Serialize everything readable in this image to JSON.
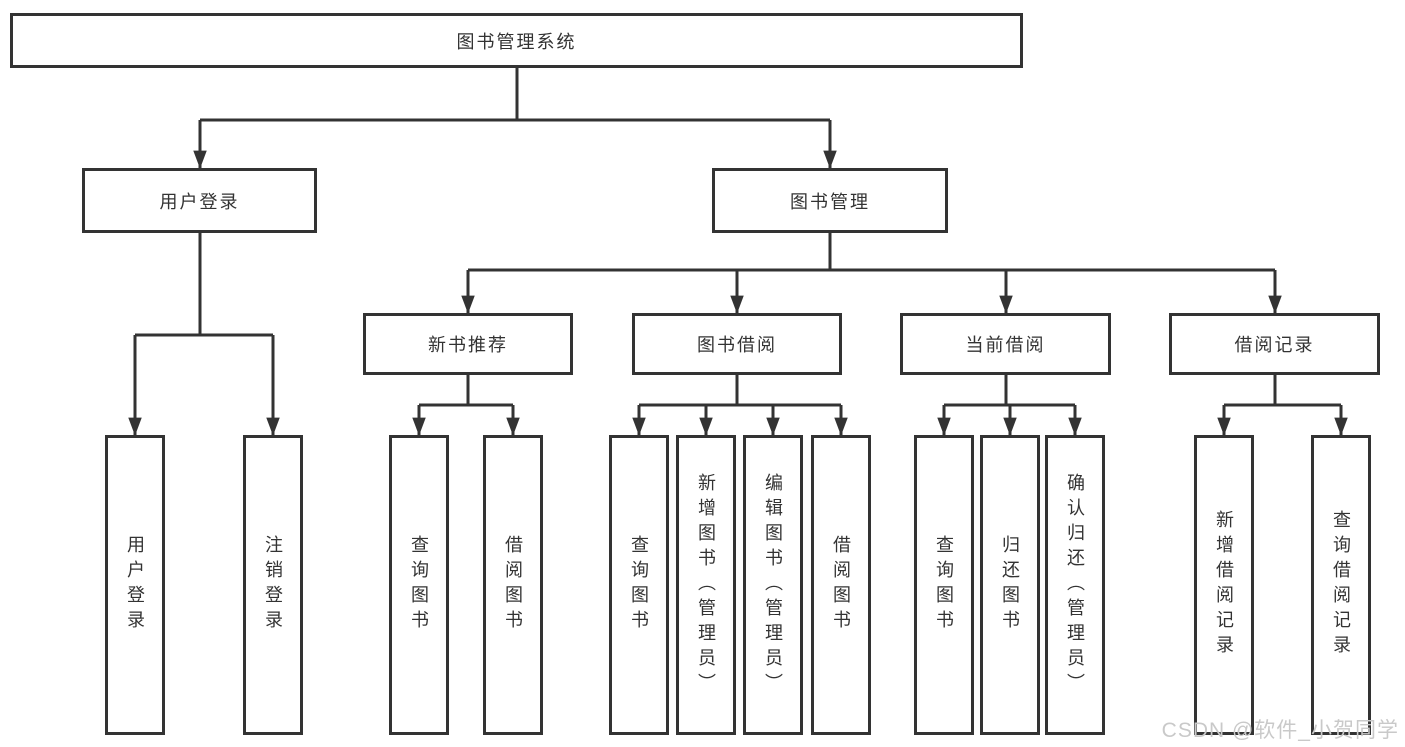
{
  "diagram": {
    "title": "图书管理系统",
    "colors": {
      "line": "#333333",
      "box_border": "#333333",
      "text": "#333333",
      "watermark": "#c9c9c9"
    },
    "nodes": {
      "root": "图书管理系统",
      "level2": [
        "用户登录",
        "图书管理"
      ],
      "level3": [
        "新书推荐",
        "图书借阅",
        "当前借阅",
        "借阅记录"
      ],
      "leaves_login": [
        "用户登录",
        "注销登录"
      ],
      "leaves_recommend": [
        "查询图书",
        "借阅图书"
      ],
      "leaves_borrow": [
        "查询图书",
        "新增图书（管理员）",
        "编辑图书（管理员）",
        "借阅图书"
      ],
      "leaves_current": [
        "查询图书",
        "归还图书",
        "确认归还（管理员）"
      ],
      "leaves_records": [
        "新增借阅记录",
        "查询借阅记录"
      ]
    },
    "watermark": "CSDN @软件_小贺同学"
  }
}
